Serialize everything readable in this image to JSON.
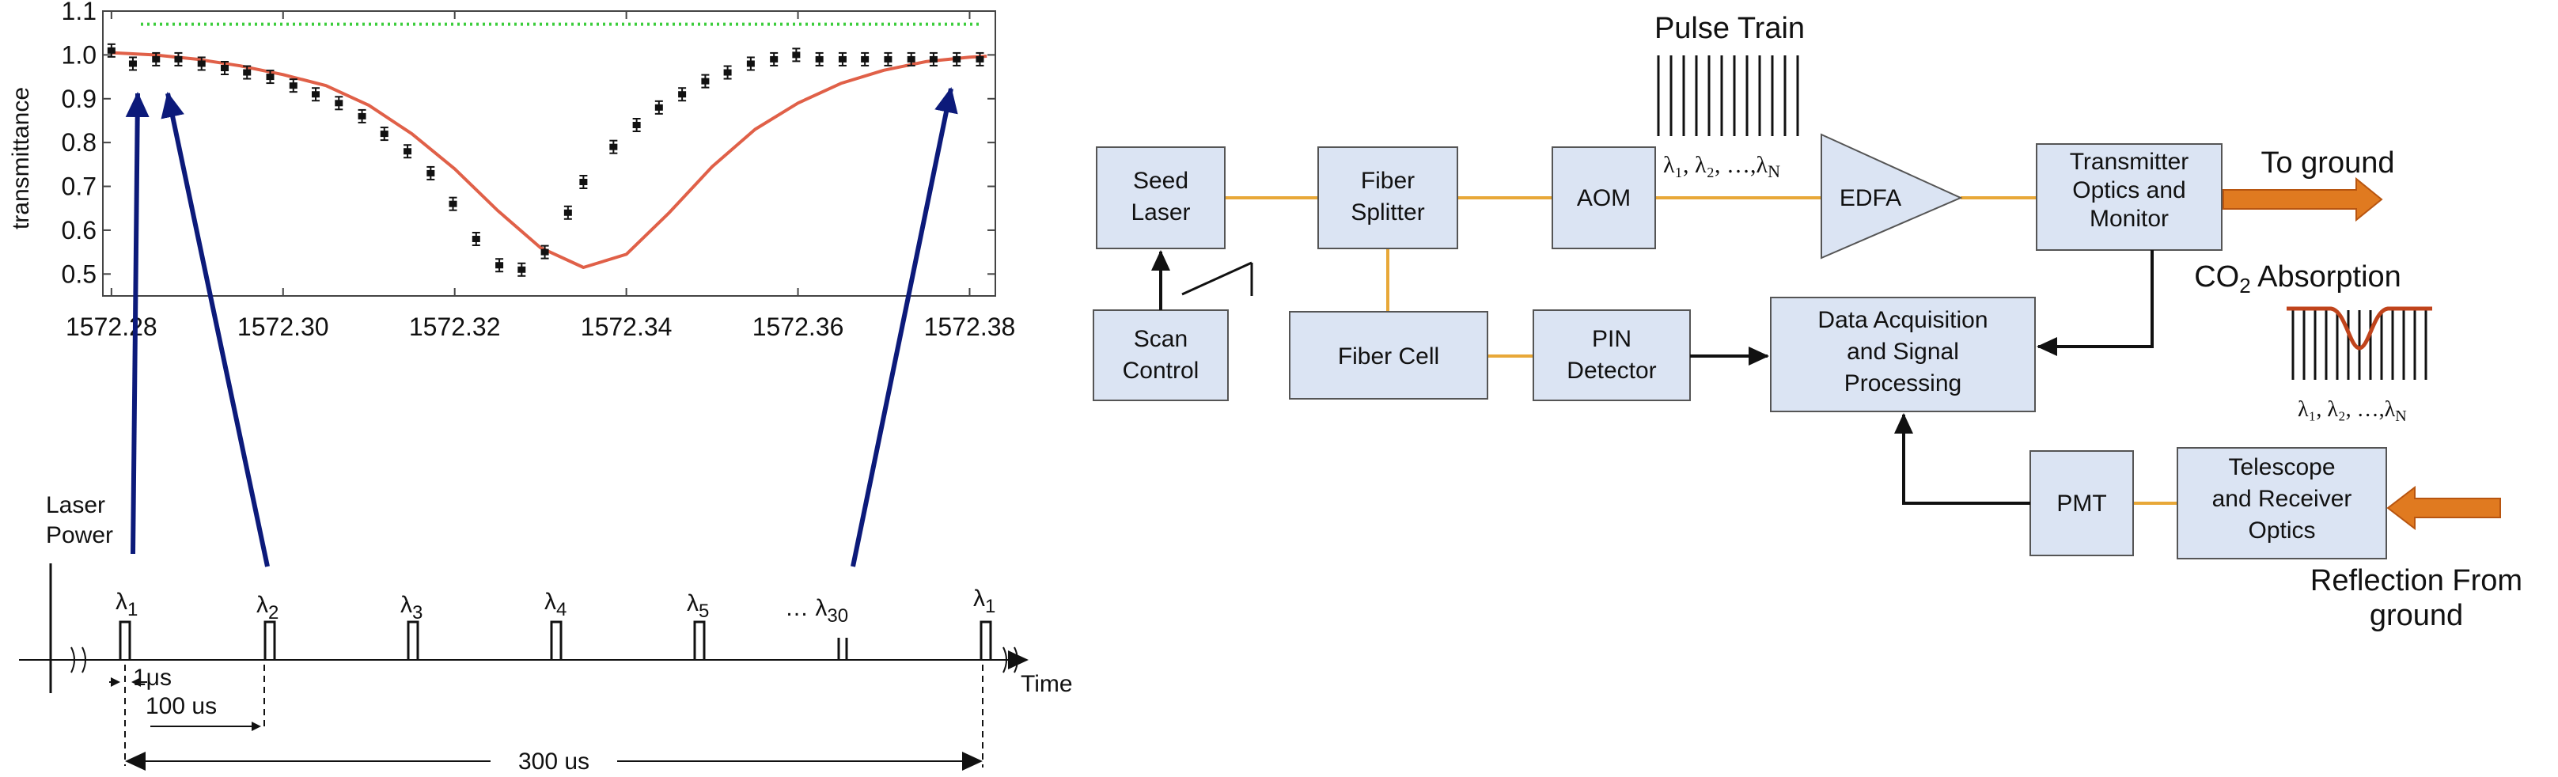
{
  "chart_data": {
    "type": "scatter",
    "title": "",
    "xlabel": "",
    "ylabel": "transmittance",
    "xlim": [
      1572.279,
      1572.383
    ],
    "ylim": [
      0.45,
      1.1
    ],
    "x_ticks": [
      "1572.28",
      "1572.30",
      "1572.32",
      "1572.34",
      "1572.36",
      "1572.38"
    ],
    "y_ticks": [
      "0.5",
      "0.6",
      "0.7",
      "0.8",
      "0.9",
      "1.0",
      "1.1"
    ],
    "grid": false,
    "series": [
      {
        "style": "markers",
        "color": "#111111",
        "x": [
          1572.28,
          1572.2825,
          1572.2852,
          1572.2878,
          1572.2905,
          1572.2932,
          1572.2958,
          1572.2985,
          1572.3012,
          1572.3038,
          1572.3065,
          1572.3092,
          1572.3118,
          1572.3145,
          1572.3172,
          1572.3198,
          1572.3225,
          1572.3252,
          1572.3278,
          1572.3305,
          1572.3332,
          1572.335,
          1572.3385,
          1572.3412,
          1572.3438,
          1572.3465,
          1572.3492,
          1572.3518,
          1572.3545,
          1572.3572,
          1572.3598,
          1572.3625,
          1572.3652,
          1572.3678,
          1572.3705,
          1572.3732,
          1572.3758,
          1572.3785,
          1572.3812
        ],
        "y": [
          1.01,
          0.98,
          0.99,
          0.99,
          0.98,
          0.97,
          0.96,
          0.95,
          0.93,
          0.91,
          0.89,
          0.86,
          0.82,
          0.78,
          0.73,
          0.66,
          0.58,
          0.52,
          0.51,
          0.55,
          0.64,
          0.71,
          0.79,
          0.84,
          0.88,
          0.91,
          0.94,
          0.96,
          0.98,
          0.99,
          1.0,
          0.99,
          0.99,
          0.99,
          0.99,
          0.99,
          0.99,
          0.99,
          0.99
        ]
      },
      {
        "style": "line",
        "color": "#e06048",
        "x": [
          1572.28,
          1572.285,
          1572.29,
          1572.295,
          1572.3,
          1572.305,
          1572.31,
          1572.315,
          1572.32,
          1572.325,
          1572.33,
          1572.335,
          1572.34,
          1572.345,
          1572.35,
          1572.355,
          1572.36,
          1572.365,
          1572.37,
          1572.375,
          1572.38,
          1572.382
        ],
        "y": [
          1.005,
          1.0,
          0.99,
          0.975,
          0.955,
          0.93,
          0.885,
          0.82,
          0.74,
          0.645,
          0.56,
          0.515,
          0.545,
          0.64,
          0.745,
          0.83,
          0.89,
          0.935,
          0.965,
          0.985,
          0.995,
          0.997
        ]
      },
      {
        "style": "dotted",
        "color": "#3ccd3c",
        "x": [
          1572.279,
          1572.383
        ],
        "y": [
          1.07,
          1.07
        ]
      }
    ]
  },
  "timing": {
    "y_label_line1": "Laser",
    "y_label_line2": "Power",
    "pulses": [
      {
        "label": "λ",
        "sub": "1"
      },
      {
        "label": "λ",
        "sub": "2"
      },
      {
        "label": "λ",
        "sub": "3"
      },
      {
        "label": "λ",
        "sub": "4"
      },
      {
        "label": "λ",
        "sub": "5"
      },
      {
        "label": "… λ",
        "sub": "30"
      },
      {
        "label": "λ",
        "sub": "1"
      }
    ],
    "pulse_width": "1μs",
    "spacing": "100  us",
    "period": "300 us",
    "axis_label": "Time"
  },
  "block_diagram": {
    "pulse_train_title": "Pulse Train",
    "lambda_series": "λ₁, λ₂, …,λ",
    "lambda_series_sub": "N",
    "seed_laser": [
      "Seed",
      "Laser"
    ],
    "fiber_splitter": [
      "Fiber",
      "Splitter"
    ],
    "aom": "AOM",
    "edfa": "EDFA",
    "transmitter": [
      "Transmitter",
      "Optics and",
      "Monitor"
    ],
    "to_ground": "To ground",
    "scan_control": [
      "Scan",
      "Control"
    ],
    "fiber_cell": "Fiber Cell",
    "pin_detector": [
      "PIN",
      "Detector"
    ],
    "daq": [
      "Data Acquisition",
      "and Signal",
      "Processing"
    ],
    "co2_pre": "CO",
    "co2_sub": "2",
    "co2_post": " Absorption",
    "pmt": "PMT",
    "telescope": [
      "Telescope",
      "and Receiver",
      "Optics"
    ],
    "reflection": [
      "Reflection From",
      "ground"
    ],
    "colors": {
      "box_fill": "#dbe4f3",
      "box_stroke": "#555555",
      "link": "#e8a838",
      "arrow_orange": "#e07a20",
      "pointer_blue": "#0c1a7a",
      "absorption": "#c0441c"
    }
  }
}
